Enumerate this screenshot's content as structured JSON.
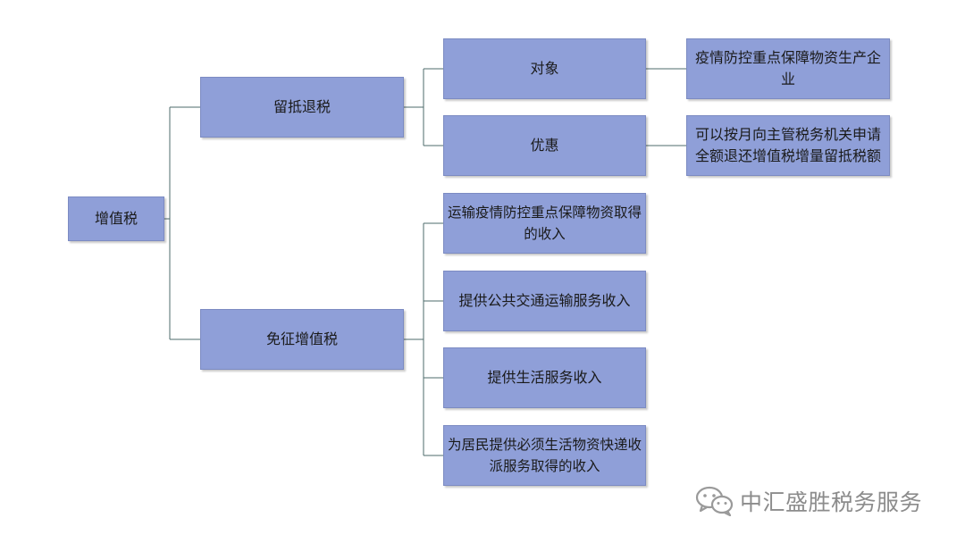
{
  "diagram": {
    "root": {
      "label": "增值税"
    },
    "branches": [
      {
        "label": "留抵退税",
        "children": [
          {
            "label": "对象",
            "detail": "疫情防控重点保障物资生产企业"
          },
          {
            "label": "优惠",
            "detail": "可以按月向主管税务机关申请全额退还增值税增量留抵税额"
          }
        ]
      },
      {
        "label": "免征增值税",
        "children": [
          {
            "label": "运输疫情防控重点保障物资取得的收入"
          },
          {
            "label": "提供公共交通运输服务收入"
          },
          {
            "label": "提供生活服务收入"
          },
          {
            "label": "为居民提供必须生活物资快递收派服务取得的收入"
          }
        ]
      }
    ]
  },
  "watermark": {
    "text": "中汇盛胜税务服务",
    "icon": "wechat-icon"
  },
  "colors": {
    "node_fill": "#8f9fd8",
    "node_border": "#7c8bc2",
    "connector": "#4e6b6b",
    "watermark": "#8c8c8c"
  }
}
